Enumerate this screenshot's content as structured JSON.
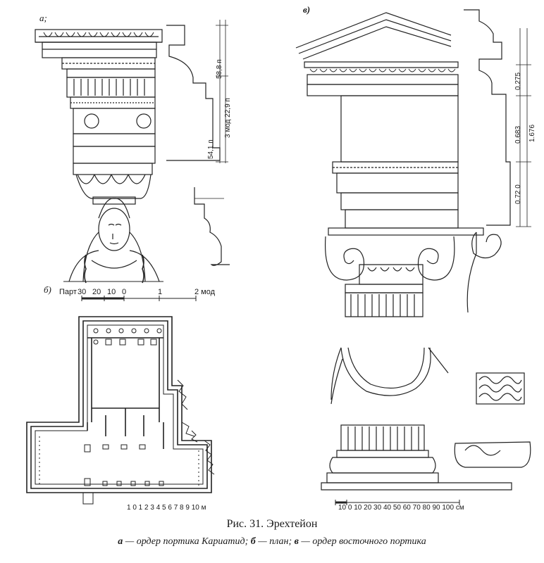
{
  "figure": {
    "panel_a": "а;",
    "panel_b": "б)",
    "panel_c": "в)",
    "scale_b": {
      "prefix": "Парт",
      "ticks": [
        "30",
        "20",
        "10",
        "0",
        "1",
        "2 мод"
      ]
    },
    "dims_a": {
      "d1": "58,8 п",
      "d2": "3 мод 22,9 п",
      "d3": "54,1 п"
    },
    "dims_c": {
      "d1": "0.275",
      "d2": "0.683",
      "d3": "1.676",
      "d4": "0.72 0"
    },
    "scale_plan": "1 0 1 2 3 4 5 6 7 8 9 10 м",
    "scale_detail": "10 0 10 20 30 40 50 60 70 80 90 100 см"
  },
  "caption": {
    "title": "Рис. 31. Эрехтейон",
    "a_key": "а",
    "a_text": " — ордер портика Кариатид; ",
    "b_key": "б",
    "b_text": " — план; ",
    "c_key": "в",
    "c_text": " — ордер восточного портика"
  }
}
